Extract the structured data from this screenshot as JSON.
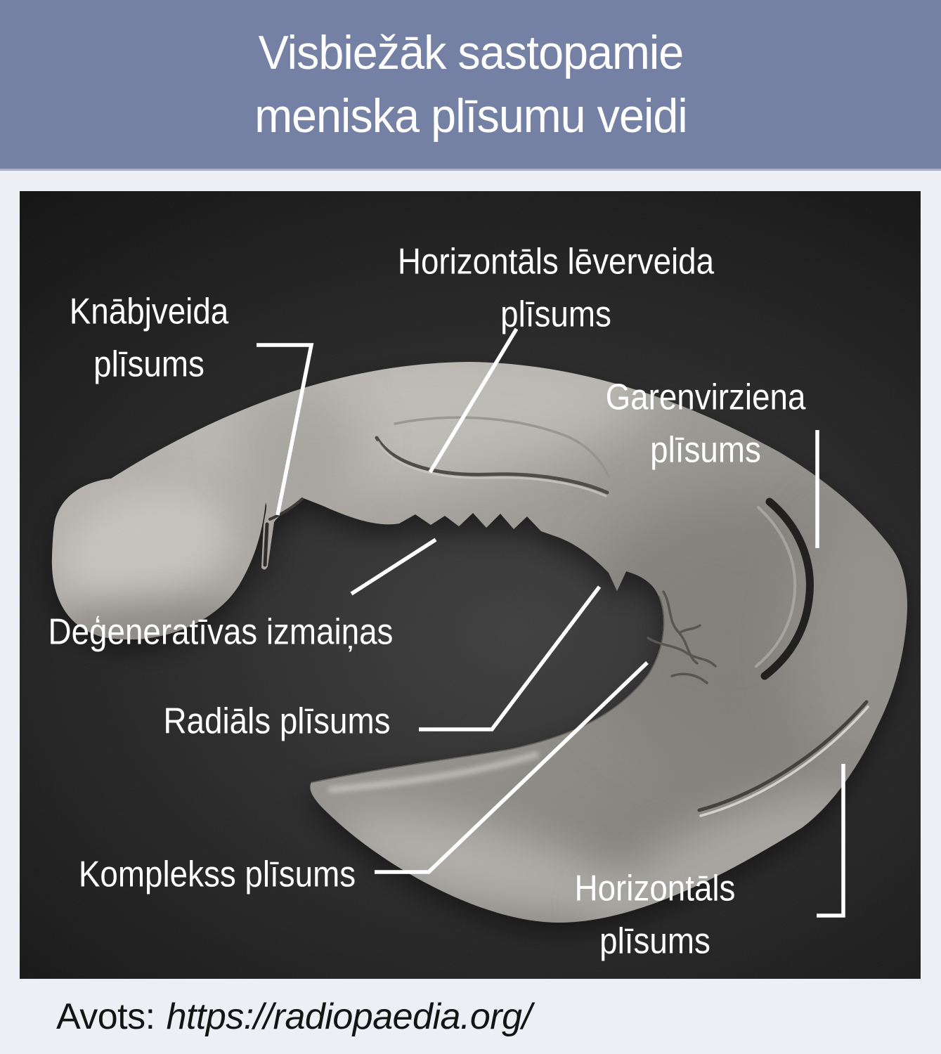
{
  "header": {
    "title": "Visbiežāk sastopamie\nmeniska plīsumu veidi"
  },
  "figure": {
    "labels": {
      "horizontal_flap": "Horizontāls lēverveida plīsums",
      "beak": "Knābjveida\nplīsums",
      "longitudinal": "Garenvirziena\nplīsums",
      "degenerative": "Deģeneratīvas izmaiņas",
      "radial": "Radiāls plīsums",
      "complex": "Komplekss plīsums",
      "horizontal": "Horizontāls plīsums"
    }
  },
  "footer": {
    "source_label": "Avots:",
    "source_url": "https://radiopaedia.org/"
  },
  "colors": {
    "header_bg": "#7480a4",
    "header_rule": "#aab1c6",
    "page_bg": "#edeff5",
    "panel_center": "#3f3f3f",
    "panel_edge": "#121212",
    "label_text": "#ffffff",
    "leader": "#ffffff",
    "footer_text": "#141414"
  }
}
